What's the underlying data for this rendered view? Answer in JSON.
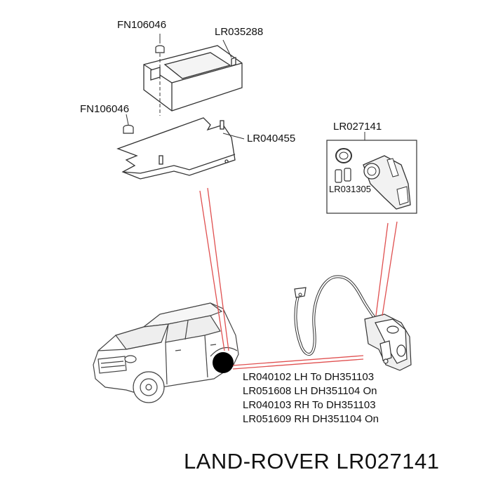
{
  "labels": {
    "nut_top": "FN106046",
    "module": "LR035288",
    "nut_left": "FN106046",
    "bracket": "LR040455",
    "sensor_kit": "LR027141",
    "seal": "LR031305"
  },
  "sensor_lines": [
    "LR040102 LH To DH351103",
    "LR051608 LH DH351104 On",
    "LR040103 RH To DH351103",
    "LR051609 RH DH351104 On"
  ],
  "footer": {
    "brand_part": "LAND-ROVER LR027141"
  },
  "colors": {
    "leader_red": "#e05050",
    "line_art": "#333333",
    "background": "#ffffff"
  }
}
